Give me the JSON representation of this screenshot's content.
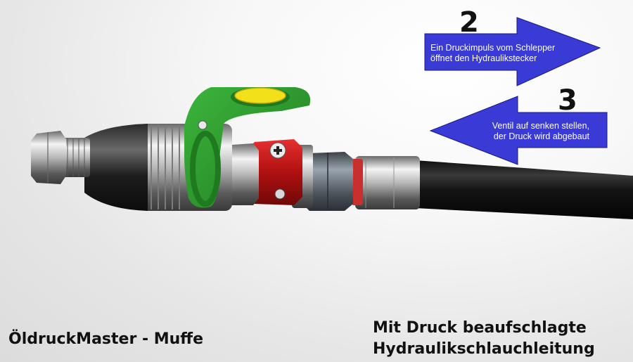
{
  "step2": {
    "number": "2",
    "line1": "Ein Druckimpuls vom Schlepper",
    "line2": "öffnet den Hydraulikstecker",
    "color": "#3a3ad6"
  },
  "step3": {
    "number": "3",
    "line1": "Ventil auf senken stellen,",
    "line2": "der Druck wird abgebaut",
    "color": "#3a3ad6"
  },
  "captions": {
    "left": "ÖldruckMaster - Muffe",
    "right_line1": "Mit Druck beaufschlagte",
    "right_line2": "Hydraulikschlauchleitung"
  },
  "colors": {
    "cap_green": "#2f9a2f",
    "cap_yellow": "#f2e11a",
    "valve_red": "#d01818",
    "hose_black": "#141414"
  }
}
